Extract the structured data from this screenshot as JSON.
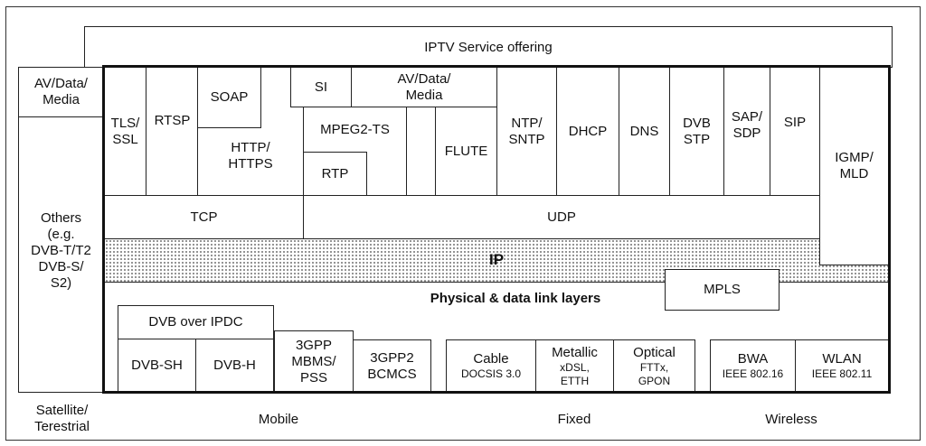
{
  "iptv_service_offering": "IPTV Service offering",
  "left_column": {
    "av_data_media": "AV/Data/\nMedia",
    "others": "Others\n(e.g.\nDVB-T/T2\nDVB-S/\nS2)"
  },
  "protocols": {
    "tls_ssl": "TLS/\nSSL",
    "rtsp": "RTSP",
    "soap": "SOAP",
    "http_https": "HTTP/\nHTTPS",
    "si": "SI",
    "av_data_media_inner": "AV/Data/\nMedia",
    "mpeg2_ts": "MPEG2-TS",
    "rtp": "RTP",
    "flute": "FLUTE",
    "ntp_sntp": "NTP/\nSNTP",
    "dhcp": "DHCP",
    "dns": "DNS",
    "dvb_stp": "DVB\nSTP",
    "sap_sdp": "SAP/\nSDP",
    "sip": "SIP",
    "igmp_mld": "IGMP/\nMLD"
  },
  "transport": {
    "tcp": "TCP",
    "udp": "UDP"
  },
  "network": {
    "ip": "IP",
    "mpls": "MPLS"
  },
  "physical_layers": "Physical & data link layers",
  "access": {
    "dvb_over_ipdc": "DVB over IPDC",
    "dvb_sh": "DVB-SH",
    "dvb_h": "DVB-H",
    "mbms": "3GPP\nMBMS/\nPSS",
    "bcmcs": "3GPP2\nBCMCS",
    "cable": {
      "title": "Cable",
      "sub": "DOCSIS 3.0"
    },
    "metallic": {
      "title": "Metallic",
      "sub": "xDSL,\nETTH"
    },
    "optical": {
      "title": "Optical",
      "sub": "FTTx,\nGPON"
    },
    "bwa": {
      "title": "BWA",
      "sub": "IEEE 802.16"
    },
    "wlan": {
      "title": "WLAN",
      "sub": "IEEE 802.11"
    }
  },
  "bottom_labels": {
    "satellite_terrestrial": "Satellite/\nTerestrial",
    "mobile": "Mobile",
    "fixed": "Fixed",
    "wireless": "Wireless"
  }
}
